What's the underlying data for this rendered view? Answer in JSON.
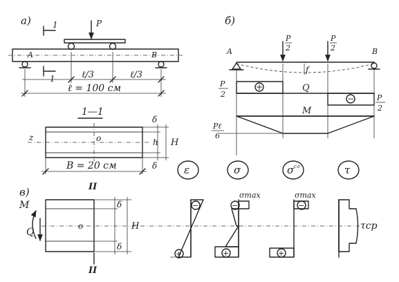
{
  "panel_a": {
    "label": "а)",
    "section_mark_top": "1",
    "section_mark_bottom": "1",
    "load": "P",
    "support_left": "A",
    "support_right": "B",
    "third_left": "ℓ/3",
    "third_right": "ℓ/3",
    "span": "ℓ = 100 см"
  },
  "section": {
    "title": "1—1",
    "axis_z": "z",
    "center": "o",
    "delta_top": "δ",
    "delta_bottom": "δ",
    "h": "h",
    "H": "H",
    "width": "B = 20 см",
    "bottom_mark": "II"
  },
  "panel_b": {
    "label": "б)",
    "support_left": "A",
    "support_right": "B",
    "load_left_num": "P",
    "load_left_den": "2",
    "load_right_num": "P",
    "load_right_den": "2",
    "deflection": "f",
    "shear_left_num": "P",
    "shear_left_den": "2",
    "shear_right_num": "P",
    "shear_right_den": "2",
    "shear_label": "Q",
    "shear_plus": "+",
    "shear_minus": "−",
    "moment_label": "M",
    "moment_num": "Pℓ",
    "moment_den": "6"
  },
  "circles": {
    "epsilon": "ε",
    "sigma": "σ",
    "sigma_sh": "σ",
    "sigma_sh_sup": "сл",
    "tau": "τ"
  },
  "panel_c": {
    "label": "в)",
    "M": "M",
    "Q": "Q",
    "delta_top": "δ",
    "delta_bottom": "δ",
    "center": "o",
    "H": "H",
    "bottom_mark": "II",
    "sigma_max_1": "σmax",
    "sigma_max_2": "σmax",
    "tau_cp": "τср",
    "minus": "−",
    "plus": "+"
  }
}
